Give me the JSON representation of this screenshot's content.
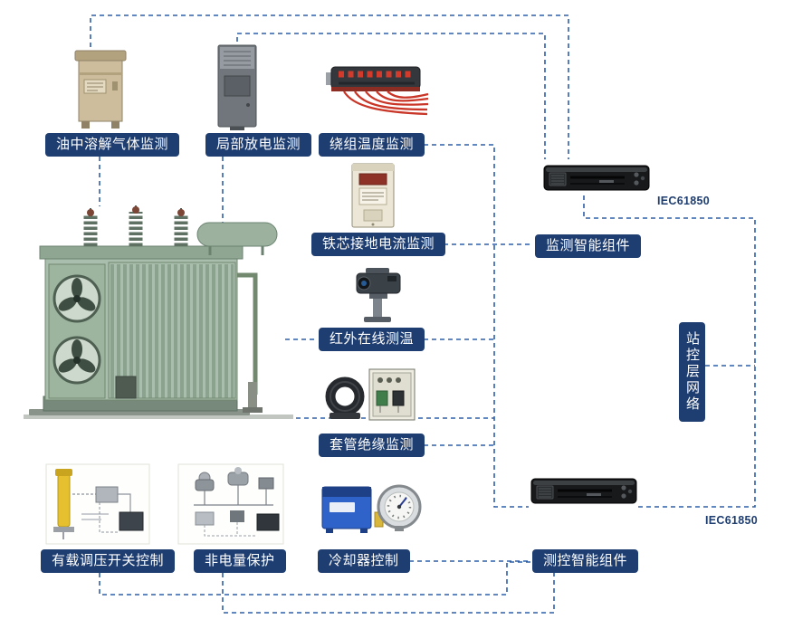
{
  "diagram": {
    "colors": {
      "label_bg": "#1e3d70",
      "label_text": "#ffffff",
      "connector_blue": "#2e5ea8",
      "iec_text": "#1e3d70",
      "transformer_green": "#a9bead"
    },
    "sensors": {
      "oil_gas": "油中溶解气体监测",
      "partial_discharge": "局部放电监测",
      "winding_temp": "绕组温度监测",
      "core_ground": "铁芯接地电流监测",
      "infrared": "红外在线测温",
      "bushing": "套管绝缘监测"
    },
    "components": {
      "monitoring": "监测智能组件",
      "measure_control": "测控智能组件"
    },
    "controls": {
      "tap_changer": "有载调压开关控制",
      "non_electric": "非电量保护",
      "cooler": "冷却器控制"
    },
    "network": {
      "station_layer": "站控层网络",
      "protocol_top": "IEC61850",
      "protocol_bottom": "IEC61850"
    }
  }
}
